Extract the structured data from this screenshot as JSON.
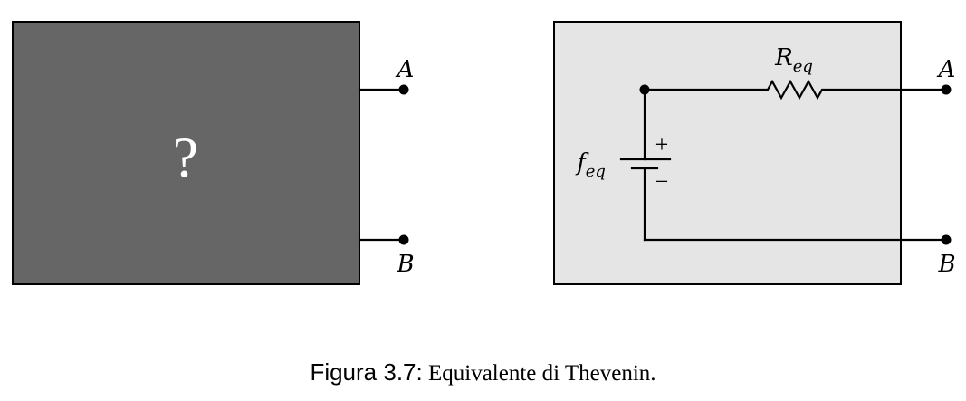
{
  "left_box": {
    "fill": "#666666",
    "symbol": "?",
    "terminal_top": "A",
    "terminal_bottom": "B"
  },
  "right_box": {
    "fill": "#e5e5e5",
    "resistor_label": "R",
    "resistor_sub": "eq",
    "source_label": "f",
    "source_sub": "eq",
    "plus_sign": "+",
    "minus_sign": "−",
    "terminal_top": "A",
    "terminal_bottom": "B"
  },
  "caption": {
    "label": "Figura 3.7:",
    "text": "Equivalente di Thevenin."
  }
}
